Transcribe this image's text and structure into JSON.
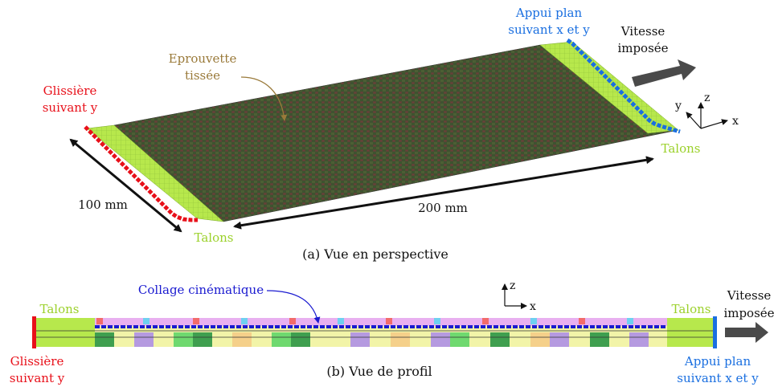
{
  "colors": {
    "glissiere": "#e8101a",
    "appui": "#1a6fe0",
    "talon": "#b7e84c",
    "tissu": "#3e4e2f",
    "collage": "#1a1ad0",
    "arrow": "#4a4a4a",
    "label_eprouvette": "#9a7a3a",
    "label_talons": "#9bd12a"
  },
  "perspective": {
    "glissiere_label": [
      "Glissière",
      "suivant y"
    ],
    "appui_label": [
      "Appui plan",
      "suivant x et y"
    ],
    "vitesse_label": [
      "Vitesse",
      "imposée"
    ],
    "eprouvette_label": [
      "Eprouvette",
      "tissée"
    ],
    "talons_left": "Talons",
    "talons_right": "Talons",
    "dim_width": "100 mm",
    "dim_length": "200 mm",
    "axes": {
      "x": "x",
      "y": "y",
      "z": "z"
    },
    "caption": "(a) Vue en perspective"
  },
  "profile": {
    "talons_left": "Talons",
    "talons_right": "Talons",
    "collage_label": "Collage cinématique",
    "vitesse_label": [
      "Vitesse",
      "imposée"
    ],
    "glissiere_label": [
      "Glissière",
      "suivant y"
    ],
    "appui_label": [
      "Appui plan",
      "suivant x et y"
    ],
    "axes": {
      "x": "x",
      "z": "z"
    },
    "caption": "(b) Vue de profil"
  }
}
